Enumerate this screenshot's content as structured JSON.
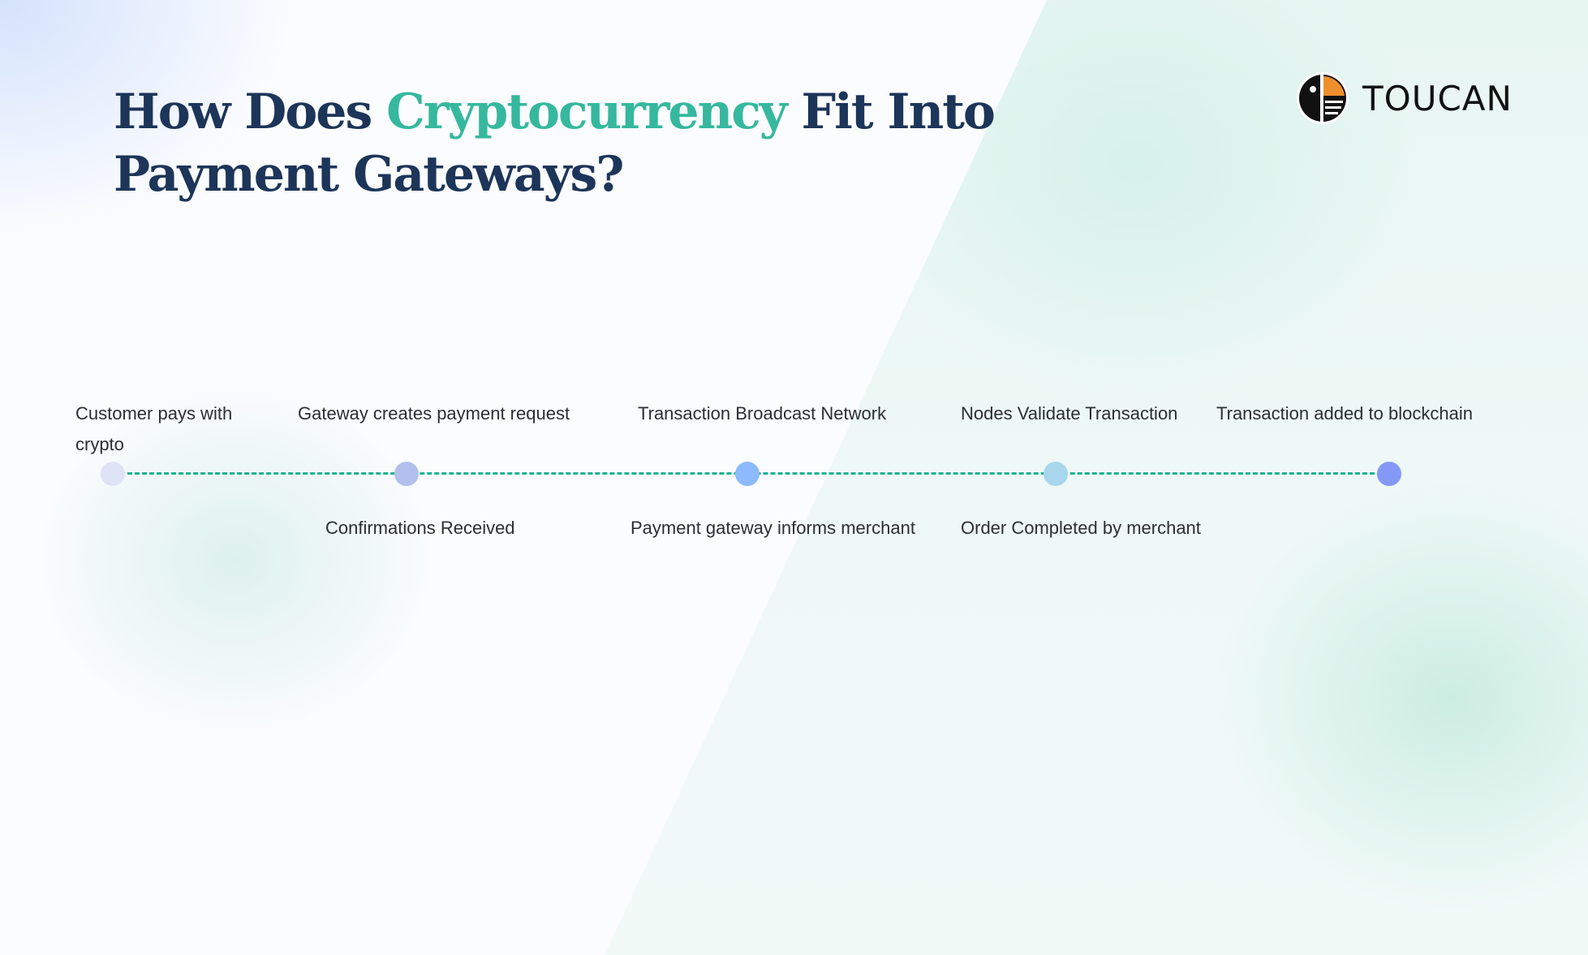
{
  "title": {
    "part1": "How Does ",
    "accent": "Cryptocurrency",
    "part2": " Fit Into",
    "line2": "Payment Gateways?"
  },
  "brand": {
    "name": "TOUCAN",
    "icon": "toucan-logo-icon"
  },
  "colors": {
    "title": "#1c3559",
    "accent": "#35b89e",
    "line": "#1fb391"
  },
  "timeline": {
    "nodes": [
      {
        "color": "#dfe3f6"
      },
      {
        "color": "#b3bfec"
      },
      {
        "color": "#8dbaff"
      },
      {
        "color": "#a8d6ec"
      },
      {
        "color": "#8499f6"
      }
    ],
    "top_labels": [
      {
        "line1": "Customer pays with",
        "line2": "crypto"
      },
      {
        "text": "Gateway creates payment request"
      },
      {
        "text": "Transaction Broadcast Network"
      },
      {
        "text": "Nodes Validate Transaction"
      },
      {
        "text": "Transaction added to blockchain"
      }
    ],
    "bottom_labels": [
      {
        "text": "Confirmations Received"
      },
      {
        "text": "Payment gateway informs merchant"
      },
      {
        "text": "Order Completed by merchant"
      }
    ]
  }
}
